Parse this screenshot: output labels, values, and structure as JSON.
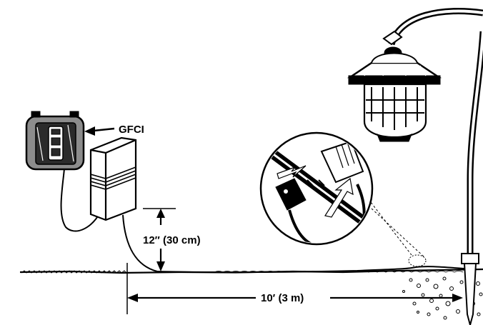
{
  "labels": {
    "gfci": "GFCI",
    "height": "12″ (30 cm)",
    "distance": "10′ (3 m)"
  },
  "colors": {
    "ink": "#000000",
    "paper": "#ffffff",
    "outlet_gray": "#8c8c8c",
    "outlet_dark": "#2b2b2b"
  },
  "icons": [
    "gfci-outlet-icon",
    "transformer-icon",
    "lamp-icon",
    "cable-connector-icon"
  ]
}
